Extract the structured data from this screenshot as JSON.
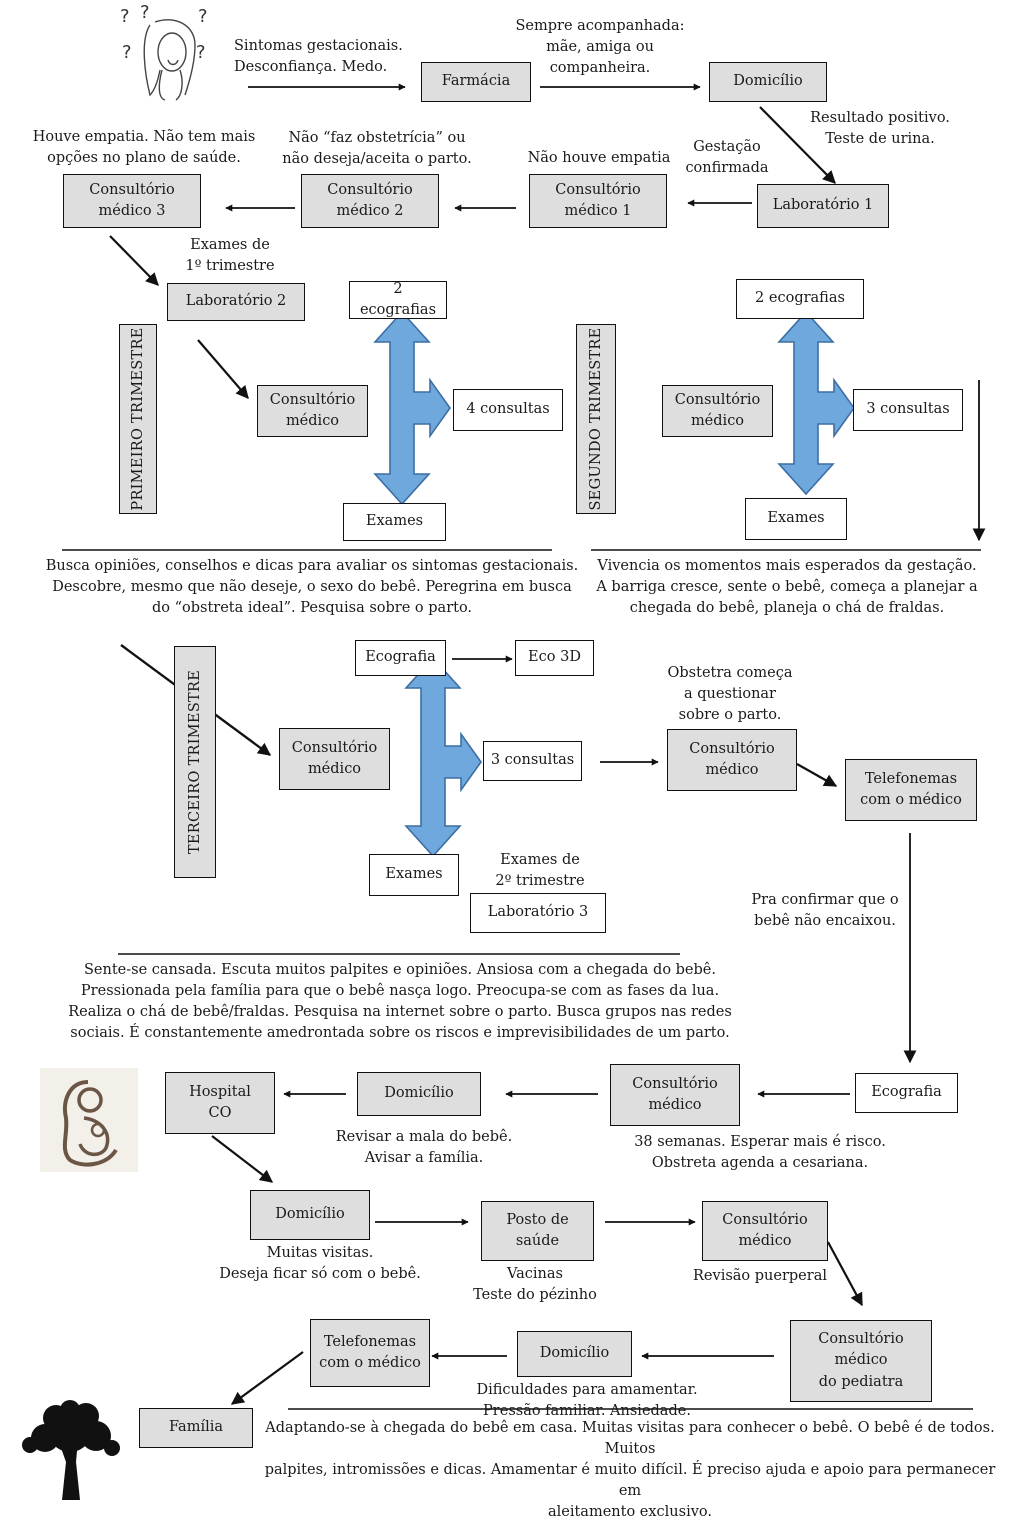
{
  "boxes": {
    "farmacia": "Farmácia",
    "domicilio_1": "Domicílio",
    "laboratorio_1": "Laboratório 1",
    "consultorio_1": "Consultório\nmédico 1",
    "consultorio_2": "Consultório\nmédico 2",
    "consultorio_3": "Consultório\nmédico 3",
    "laboratorio_2": "Laboratório 2",
    "t1_consultorio": "Consultório\nmédico",
    "t1_ecografias": "2 ecografias",
    "t1_consultas": "4 consultas",
    "t1_exames": "Exames",
    "t2_consultorio": "Consultório\nmédico",
    "t2_ecografias": "2 ecografias",
    "t2_consultas": "3 consultas",
    "t2_exames": "Exames",
    "t3_ecografia": "Ecografia",
    "t3_eco3d": "Eco 3D",
    "t3_consultorio": "Consultório\nmédico",
    "t3_consultas": "3 consultas",
    "t3_exames": "Exames",
    "laboratorio_3": "Laboratório 3",
    "t3_consultorio_b": "Consultório\nmédico",
    "telefonemas_1": "Telefonemas\ncom o médico",
    "ecografia_final": "Ecografia",
    "consultorio_final": "Consultório\nmédico",
    "domicilio_2": "Domicílio",
    "hospital": "Hospital\nCO",
    "domicilio_3": "Domicílio",
    "posto": "Posto de\nsaúde",
    "consultorio_pos": "Consultório\nmédico",
    "pediatra": "Consultório\nmédico\ndo pediatra",
    "domicilio_4": "Domicílio",
    "telefonemas_2": "Telefonemas\ncom o médico",
    "familia": "Família"
  },
  "trimesters": {
    "first": "PRIMEIRO TRIMESTRE",
    "second": "SEGUNDO TRIMESTRE",
    "third": "TERCEIRO TRIMESTRE"
  },
  "notes": {
    "sintomas": "Sintomas gestacionais.\nDesconfiança. Medo.",
    "acompanhada": "Sempre acompanhada:\nmãe, amiga ou\ncompanheira.",
    "resultado": "Resultado positivo.\nTeste de urina.",
    "gestacao": "Gestação\nconfirmada",
    "nao_empatia": "Não houve empatia",
    "obstetricia": "Não “faz obstetrícia” ou\nnão deseja/aceita o parto.",
    "empatia": "Houve empatia. Não tem mais\nopções no plano de saúde.",
    "exames_1": "Exames de\n1º trimestre",
    "exames_2": "Exames de\n2º trimestre",
    "obstetra_questionar": "Obstetra começa\na questionar\nsobre o parto.",
    "confirmar": "Pra confirmar que o\nbebê não encaixou.",
    "semanas": "38 semanas. Esperar mais é risco.\nObstreta agenda a cesariana.",
    "mala": "Revisar a mala do bebê.\nAvisar a família.",
    "visitas": "Muitas visitas.\nDeseja ficar só com o bebê.",
    "vacinas": "Vacinas\nTeste do pézinho",
    "revisao": "Revisão puerperal",
    "dificuldades": "Dificuldades para amamentar.\nPressão familiar. Ansiedade."
  },
  "paragraphs": {
    "p1": "Busca opiniões, conselhos e dicas para avaliar os sintomas gestacionais.\nDescobre, mesmo que não deseje, o sexo do bebê. Peregrina em busca\ndo “obstreta ideal”. Pesquisa sobre o parto.",
    "p2": "Vivencia os momentos mais esperados da gestação.\nA barriga cresce, sente o bebê, começa a planejar a\nchegada do bebê, planeja o chá de fraldas.",
    "p3": "Sente-se cansada. Escuta muitos palpites e opiniões. Ansiosa com a chegada do bebê.\nPressionada pela família para que o bebê nasça logo. Preocupa-se com as fases da lua.\nRealiza o chá de bebê/fraldas. Pesquisa na internet sobre o parto. Busca grupos nas redes\nsociais. É constantemente amedrontada sobre os riscos  e imprevisibilidades de um parto.",
    "p4": "Adaptando-se à chegada do bebê em casa. Muitas visitas para conhecer o bebê. O bebê é de todos. Muitos\npalpites, intromissões e dicas. Amamentar é muito difícil. É preciso ajuda e apoio para permanecer em\naleitamento exclusivo."
  },
  "colors": {
    "box_fill": "#dedede",
    "arrow_fill": "#6fa8dc",
    "arrow_stroke": "#3d6fa3"
  }
}
